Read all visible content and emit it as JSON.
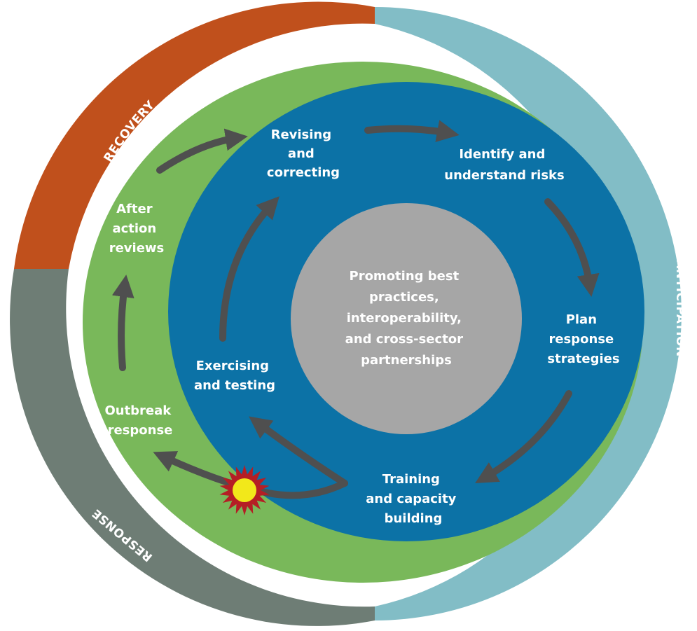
{
  "colors": {
    "recovery": "#c0501c",
    "anticipation": "#82bdc6",
    "response": "#6e7d75",
    "outer_fill": "#79b85a",
    "inner_fill": "#0c72a6",
    "center_fill": "#a6a6a6",
    "arrow": "#4f4f4f",
    "burst_outer": "#b51e25",
    "burst_inner": "#f2e81a"
  },
  "ring_labels": {
    "recovery": "RECOVERY",
    "anticipation": "ANTICIPATION",
    "response": "RESPONSE"
  },
  "center": {
    "lines": [
      "Promoting best",
      "practices,",
      "interoperability,",
      "and cross-sector",
      "partnerships"
    ]
  },
  "nodes": {
    "revising": [
      "Revising",
      "and",
      "correcting"
    ],
    "identify": [
      "Identify and",
      "understand risks"
    ],
    "plan": [
      "Plan",
      "response",
      "strategies"
    ],
    "training": [
      "Training",
      "and capacity",
      "building"
    ],
    "exercising": [
      "Exercising",
      "and testing"
    ],
    "outbreak": [
      "Outbreak",
      "response"
    ],
    "after_action": [
      "After",
      "action",
      "reviews"
    ]
  },
  "icons": {
    "outbreak_burst": "burst-icon"
  }
}
